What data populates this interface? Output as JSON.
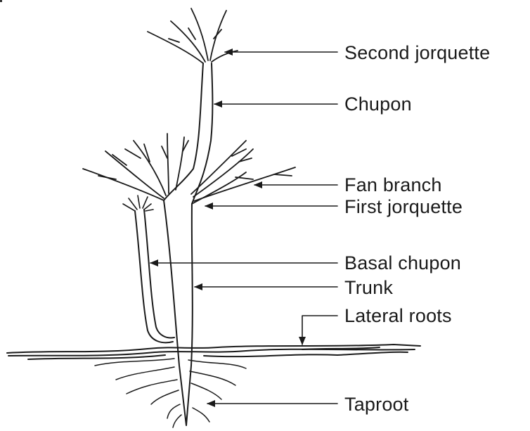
{
  "diagram": {
    "labels": {
      "second_jorquette": "Second jorquette",
      "chupon": "Chupon",
      "fan_branch": "Fan branch",
      "first_jorquette": "First jorquette",
      "basal_chupon": "Basal chupon",
      "trunk": "Trunk",
      "lateral_roots": "Lateral roots",
      "taproot": "Taproot"
    },
    "colors": {
      "line": "#1a1a1a",
      "background": "#ffffff"
    }
  }
}
